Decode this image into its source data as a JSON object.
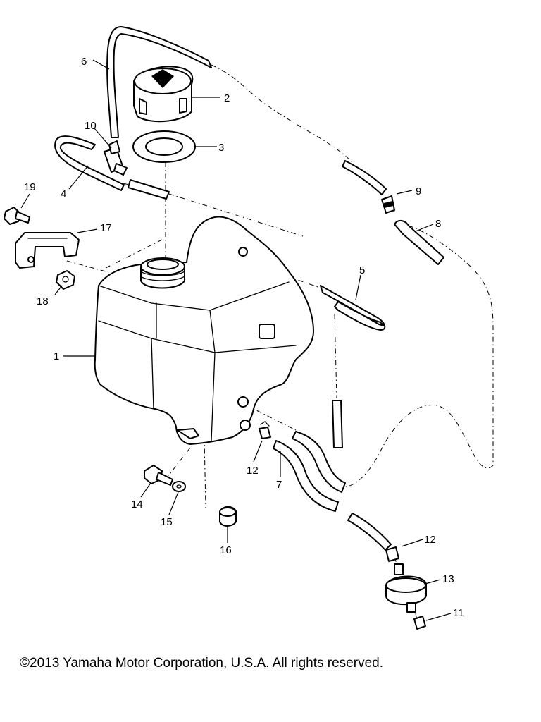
{
  "diagram": {
    "callouts": [
      {
        "id": "1",
        "label": "1"
      },
      {
        "id": "2",
        "label": "2"
      },
      {
        "id": "3",
        "label": "3"
      },
      {
        "id": "4",
        "label": "4"
      },
      {
        "id": "5",
        "label": "5"
      },
      {
        "id": "6",
        "label": "6"
      },
      {
        "id": "7",
        "label": "7"
      },
      {
        "id": "8",
        "label": "8"
      },
      {
        "id": "9",
        "label": "9"
      },
      {
        "id": "10",
        "label": "10"
      },
      {
        "id": "11",
        "label": "11"
      },
      {
        "id": "12a",
        "label": "12"
      },
      {
        "id": "12b",
        "label": "12"
      },
      {
        "id": "13",
        "label": "13"
      },
      {
        "id": "14",
        "label": "14"
      },
      {
        "id": "15",
        "label": "15"
      },
      {
        "id": "16",
        "label": "16"
      },
      {
        "id": "17",
        "label": "17"
      },
      {
        "id": "18",
        "label": "18"
      },
      {
        "id": "19",
        "label": "19"
      }
    ]
  },
  "footer": {
    "copyright": "©2013 Yamaha Motor Corporation, U.S.A. All rights reserved."
  }
}
